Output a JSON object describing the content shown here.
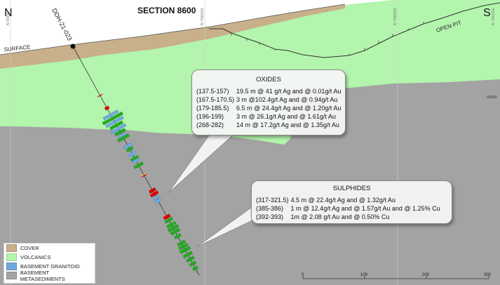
{
  "header": {
    "title": "SECTION 8600",
    "north_label": "N",
    "south_label": "S"
  },
  "labels": {
    "surface": "SURFACE",
    "open_pit": "OPEN PIT",
    "drillhole_id": "DDH-21-023",
    "elevation_tick": "+4200"
  },
  "grid_labels": [
    "N 6000E",
    "N 7050000",
    "N 7050500",
    "N 7051000"
  ],
  "colors": {
    "cover": "#c8b08a",
    "volcanics": "#b3f5ad",
    "granitoid": "#6fa8dc",
    "metasediments": "#a3a3a3",
    "mineralized_red": "#dd0000",
    "mineralized_green": "#22aa22"
  },
  "oxides": {
    "title": "OXIDES",
    "rows": [
      {
        "interval": "(137.5-157)",
        "text": "19.5 m @  41  g/t Ag and @ 0.01g/t Au"
      },
      {
        "interval": "(167.5-170.5)",
        "text": "3 m @102.4g/t Ag and @ 0.94g/t Au"
      },
      {
        "interval": "(179-185.5)",
        "text": "6.5 m @  24.4g/t Ag and @ 1.20g/t Au"
      },
      {
        "interval": "(196-199)",
        "text": "3 m @ 26.1g/t Ag and @ 1.61g/t Au"
      },
      {
        "interval": "(268-282)",
        "text": "14 m @ 17.2g/t Ag and @ 1.35g/t Au"
      }
    ]
  },
  "sulphides": {
    "title": "SULPHIDES",
    "rows": [
      {
        "interval": "(317-321.5)",
        "text": "4.5 m @ 22.4g/t Ag and @ 1.32g/t Au"
      },
      {
        "interval": "(385-386)",
        "text": "1 m @ 12.4g/t Ag and @ 1.57g/t Au and @ 1.25% Cu"
      },
      {
        "interval": "(392-393)",
        "text": "1m @ 2.08 g/t Au and @ 0.50% Cu"
      }
    ]
  },
  "legend": [
    {
      "label": "COVER",
      "color": "#c8b08a"
    },
    {
      "label": "VOLCANICS",
      "color": "#b3f5ad"
    },
    {
      "label": "BASEMENT GRANITOID",
      "color": "#6fa8dc"
    },
    {
      "label": "BASEMENT METASEDIMENTS",
      "color": "#a3a3a3"
    }
  ],
  "scale_bar": {
    "ticks": [
      "0",
      "100",
      "200",
      "300"
    ]
  }
}
